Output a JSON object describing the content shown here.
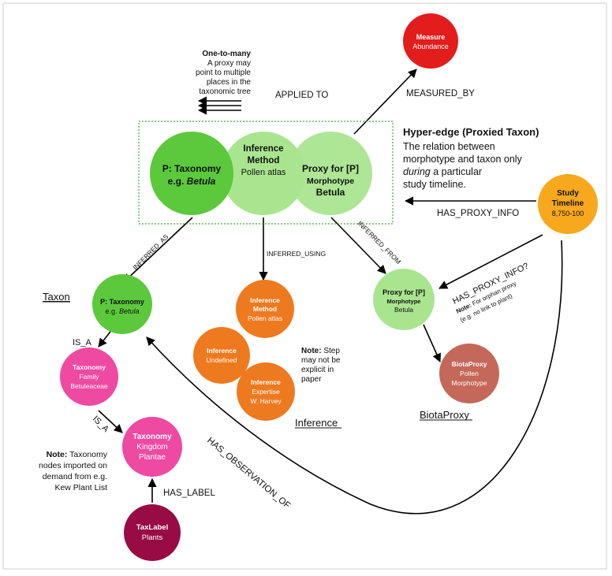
{
  "colors": {
    "green_dark": "#5cc83c",
    "green_light": "#a9e58f",
    "orange": "#ee7a1f",
    "pink": "#ee4aa2",
    "red": "#e31c1c",
    "amber": "#f7a81d",
    "brown": "#c4685a",
    "maroon": "#980b45",
    "hyperedge_border": "#3ab13a"
  },
  "nodes": {
    "measure": {
      "line1": "Measure",
      "line2": "Abundance"
    },
    "study": {
      "line1": "Study",
      "line2": "Timeline",
      "line3": "8,750-100"
    },
    "hyper_taxonomy": {
      "line1": "P: Taxonomy",
      "line2": "e.g. ",
      "line2_italic": "Betula"
    },
    "hyper_inference": {
      "line1": "Inference",
      "line2": "Method",
      "line3": "Pollen atlas"
    },
    "hyper_proxy": {
      "line1": "Proxy for [P]",
      "line2": "Morphotype",
      "line3": "Betula"
    },
    "taxon": {
      "line1": "P: Taxonomy",
      "line2": "e.g. ",
      "line2_italic": "Betula"
    },
    "inference_method": {
      "line1": "Inference",
      "line2": "Method",
      "line3": "Pollen atlas"
    },
    "inference_undefined": {
      "line1": "Inference",
      "line2": "Undefined"
    },
    "inference_expertise": {
      "line1": "Inference",
      "line2": "Expertise",
      "line3": "W. Harvey"
    },
    "proxy": {
      "line1": "Proxy for [P]",
      "line2": "Morphotype",
      "line3": "Betula"
    },
    "biota_proxy": {
      "line1": "BiotaProxy",
      "line2": "Pollen",
      "line3": "Morphotype"
    },
    "taxonomy_family": {
      "line1": "Taxonomy",
      "line2": "Family",
      "line3": "Betuleaceae"
    },
    "taxonomy_kingdom": {
      "line1": "Taxonomy",
      "line2": "Kingdom",
      "line3": "Plantae"
    },
    "taxlabel": {
      "line1": "TaxLabel",
      "line2": "Plants"
    }
  },
  "edges": {
    "applied_to": "APPLIED TO",
    "measured_by": "MEASURED_BY",
    "has_proxy_info": "HAS_PROXY_INFO",
    "has_proxy_info_q": "HAS_PROXY_INFO?",
    "inferred_as": "INFERRED_AS",
    "inferred_using": "INFERRED_USING",
    "inferred_from": "INFERRED_FROM",
    "is_a_1": "IS_A",
    "is_a_2": "IS_A",
    "has_label": "HAS_LABEL",
    "has_observation_of": "HAS_OBSERVATION_OF"
  },
  "notes": {
    "one_to_many": {
      "title": "One-to-many",
      "lines": [
        "A proxy may",
        "point to multiple",
        "places in the",
        "taxonomic tree"
      ]
    },
    "hyperedge": {
      "title": "Hyper-edge (Proxied Taxon)",
      "line1": "The relation between",
      "line2": "morphotype and taxon only",
      "line3_italic": "during",
      "line3_rest": " a particular",
      "line4": "study timeline."
    },
    "orphan": {
      "bold": "Note:",
      "rest": " For orphan proxy",
      "line2": "(e.g. no link to plant)"
    },
    "step": {
      "bold": "Note:",
      "rest": " Step",
      "line2": "may not be",
      "line3": "explicit in",
      "line4": "paper"
    },
    "taxonomy_import": {
      "bold": "Note:",
      "rest": " Taxonomy",
      "line2": "nodes imported on",
      "line3": "demand from e.g.",
      "line4": "Kew Plant List"
    }
  },
  "groups": {
    "taxon": "Taxon",
    "inference": "Inference",
    "biotaproxy": "BiotaProxy"
  }
}
